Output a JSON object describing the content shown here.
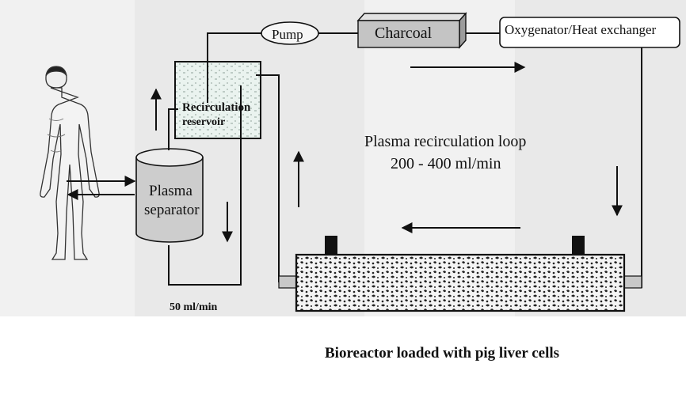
{
  "labels": {
    "pump": "Pump",
    "charcoal": "Charcoal",
    "oxygenator": "Oxygenator/Heat exchanger",
    "reservoir_line1": "Recirculation",
    "reservoir_line2": "reservoir",
    "separator_line1": "Plasma",
    "separator_line2": "separator",
    "loop_title": "Plasma recirculation loop",
    "loop_rate": "200 - 400 ml/min",
    "separator_rate": "50 ml/min",
    "bioreactor": "Bioreactor loaded with pig liver cells"
  },
  "colors": {
    "background": "#e9e9e9",
    "charcoal_box": "#c4c4c4",
    "separator_body": "#cdcdcd",
    "reservoir_fill": "#eaf3ef",
    "line": "#111111"
  },
  "icons": {
    "patient": "human-figure-icon",
    "bioreactor_pattern": "liver-cell-pattern"
  }
}
